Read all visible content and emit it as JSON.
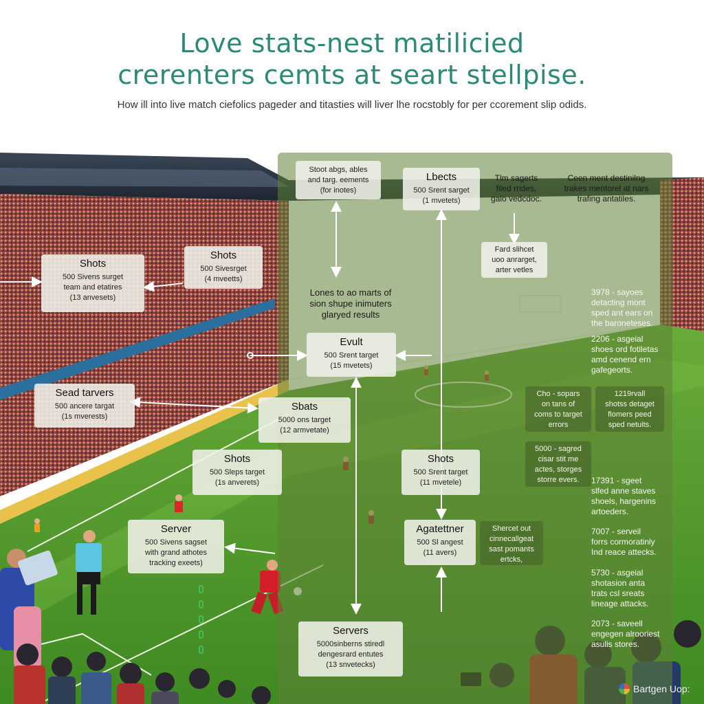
{
  "header": {
    "title_line1": "Love stats-nest matilicied",
    "title_line2": "crerenters cemts at seart stellpise.",
    "subtitle": "How ill into live match ciefolics pageder and titasties will liver lhe rocstobly for per ccorement slip odids."
  },
  "boxes": {
    "shots_left": {
      "title": "Shots",
      "lines": [
        "500 Sivens surget",
        "team and etatires",
        "(13 anvesets)"
      ]
    },
    "shots_mid": {
      "title": "Shots",
      "lines": [
        "500 Sivesrget",
        "(4 mveetts)"
      ]
    },
    "sead": {
      "title": "Sead tarvers",
      "lines": [
        "500 ancere targat",
        "(1s mverests)"
      ]
    },
    "shots_center": {
      "title": "Shots",
      "lines": [
        "500 Sleps target",
        "(1s anverets)"
      ]
    },
    "server": {
      "title": "Server",
      "lines": [
        "500 Sivens sagset",
        "with grand athotes",
        "tracking exeets)"
      ]
    },
    "top_left_note": {
      "lines": [
        "Stoot abgs, ables",
        "and targ. eements",
        "(for inotes)"
      ]
    },
    "lbects": {
      "title": "Lbects",
      "lines": [
        "500 Srent sarget",
        "(1 mvetets)"
      ]
    },
    "evult": {
      "title": "Evult",
      "lines": [
        "500 Srent target",
        "(15 mvetets)"
      ]
    },
    "sbats": {
      "title": "Sbats",
      "lines": [
        "5000 ons target",
        "(12 armvetate)"
      ]
    },
    "shots_right": {
      "title": "Shots",
      "lines": [
        "500 Srent target",
        "(11 mvetele)"
      ]
    },
    "agatettner": {
      "title": "Agatettner",
      "lines": [
        "500 Sl angest",
        "(11 avers)"
      ]
    },
    "servers": {
      "title": "Servers",
      "lines": [
        "5000sinberns stiredl",
        "dengesrard entutes",
        "(13 snvetecks)"
      ]
    },
    "fard": {
      "lines": [
        "Fard slihcet",
        "uoo anrarget,",
        "arter vetles"
      ]
    },
    "cho": {
      "lines": [
        "Cho - sopars",
        "on tans of",
        "coms to target",
        "errors"
      ]
    },
    "s1219": {
      "lines": [
        "1219rvall",
        "shotss detaget",
        "flomers peed",
        "sped netuits."
      ]
    },
    "s5000": {
      "lines": [
        "5000 - sagred",
        "cisar stit me",
        "actes, storges",
        "storre evers."
      ]
    },
    "shercet": {
      "lines": [
        "Shercet out",
        "cinnecallgeat",
        "sast pomants",
        "ertcks,"
      ]
    }
  },
  "notes": {
    "tim_sagerts": [
      "Tlm sagerts",
      "filed rrides,",
      "galo vedcdoc."
    ],
    "ceen_ment": [
      "Ceen ment destinilng",
      "trakes mentorel at nars",
      "trafing antatiles."
    ],
    "lones": [
      "Lones to ao marts of",
      "sion shupe inimuters",
      "glaryed results"
    ],
    "stat_3978": [
      "3978 - sayoes",
      "detacting mont",
      "sped ant ears on",
      "the baroneteses."
    ],
    "stat_2206": [
      "2206 - asgeial",
      "shoes ord fotiletas",
      "amd cenend ern",
      "gafegeorts."
    ],
    "stat_17391": [
      "17391 - sgeet",
      "slfed anne staves",
      "shoels, hargenins",
      "artoeders."
    ],
    "stat_7007": [
      "7007 - serveil",
      "forrs cormoratinly",
      "Ind reace attecks."
    ],
    "stat_5730": [
      "5730 - asgeial",
      "shotasion anta",
      "trats csl sreats",
      "lineage attacks."
    ],
    "stat_2073": [
      "2073 - saveell",
      "engegen alrooriest",
      "asulis stores."
    ]
  },
  "logo": {
    "text": "Bartgen Uop:"
  },
  "colors": {
    "title": "#2a8a76",
    "overlay": "#5f8237",
    "pitch": "#4f9a2a",
    "crowd": "#8a3a30"
  }
}
